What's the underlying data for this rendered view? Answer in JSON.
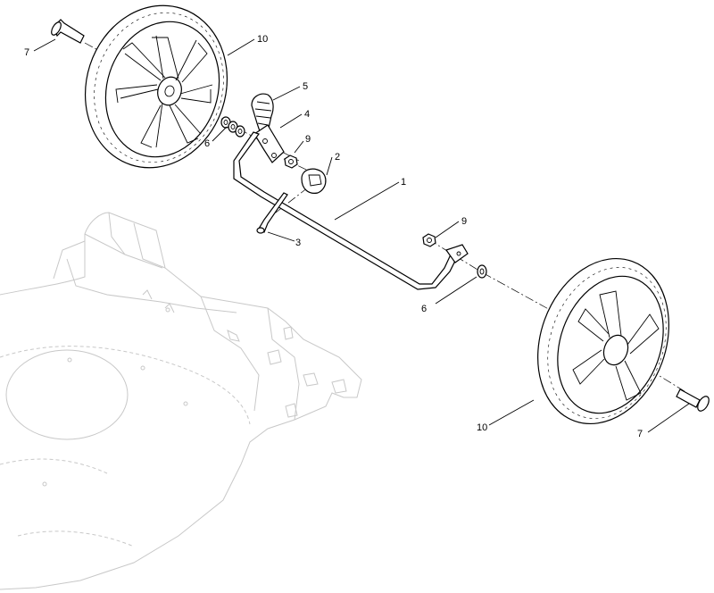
{
  "callouts": {
    "bolt_left": "7",
    "wheel_left": "10",
    "lever_knob": "5",
    "bracket": "4",
    "washers_left": "6",
    "nut_upper": "9",
    "bushing": "2",
    "axle_rod": "1",
    "screw": "3",
    "nut_lower": "9",
    "washer_right": "6",
    "wheel_right": "10",
    "bolt_right": "7"
  }
}
